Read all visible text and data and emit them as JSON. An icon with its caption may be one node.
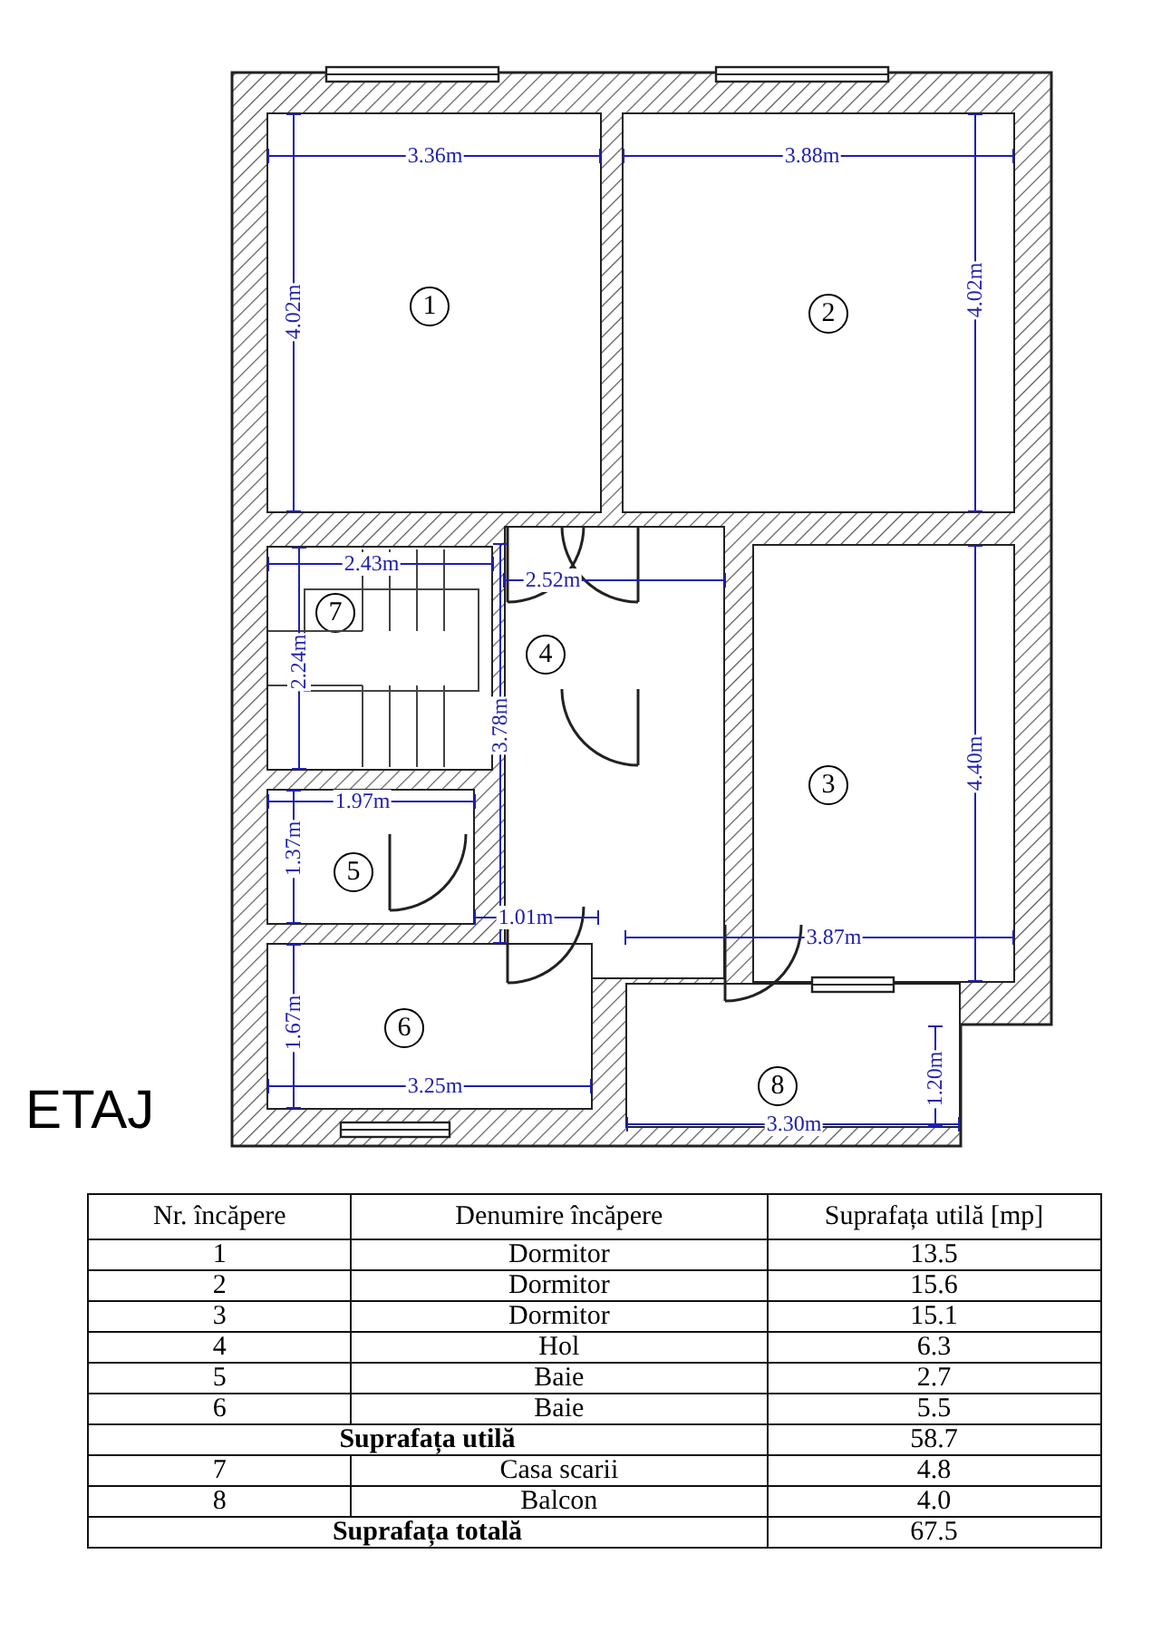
{
  "diagram": {
    "title": "ETAJ",
    "nodes": [
      {
        "text": [
          "1"
        ]
      },
      {
        "text": [
          "2"
        ]
      },
      {
        "text": [
          "3"
        ]
      },
      {
        "text": [
          "4"
        ]
      },
      {
        "text": [
          "5"
        ]
      },
      {
        "text": [
          "6"
        ]
      },
      {
        "text": [
          "7"
        ]
      },
      {
        "text": [
          "8"
        ]
      }
    ],
    "edges": [],
    "labels": [
      "3.36m",
      "3.88m",
      "4.02m",
      "4.02m",
      "2.43m",
      "2.52m",
      "2.24m",
      "3.78m",
      "4.40m",
      "1.97m",
      "1.37m",
      "1.01m",
      "3.87m",
      "1.67m",
      "3.25m",
      "3.30m",
      "1.20m",
      "Nr. încăpere",
      "Denumire încăpere",
      "Suprafața utilă [mp]",
      "1",
      "Dormitor",
      "13.5",
      "2",
      "Dormitor",
      "15.6",
      "3",
      "Dormitor",
      "15.1",
      "4",
      "Hol",
      "6.3",
      "5",
      "Baie",
      "2.7",
      "6",
      "Baie",
      "5.5",
      "Suprafața utilă",
      "58.7",
      "7",
      "Casa scarii",
      "4.8",
      "8",
      "Balcon",
      "4.0",
      "Suprafața totală",
      "67.5"
    ]
  }
}
